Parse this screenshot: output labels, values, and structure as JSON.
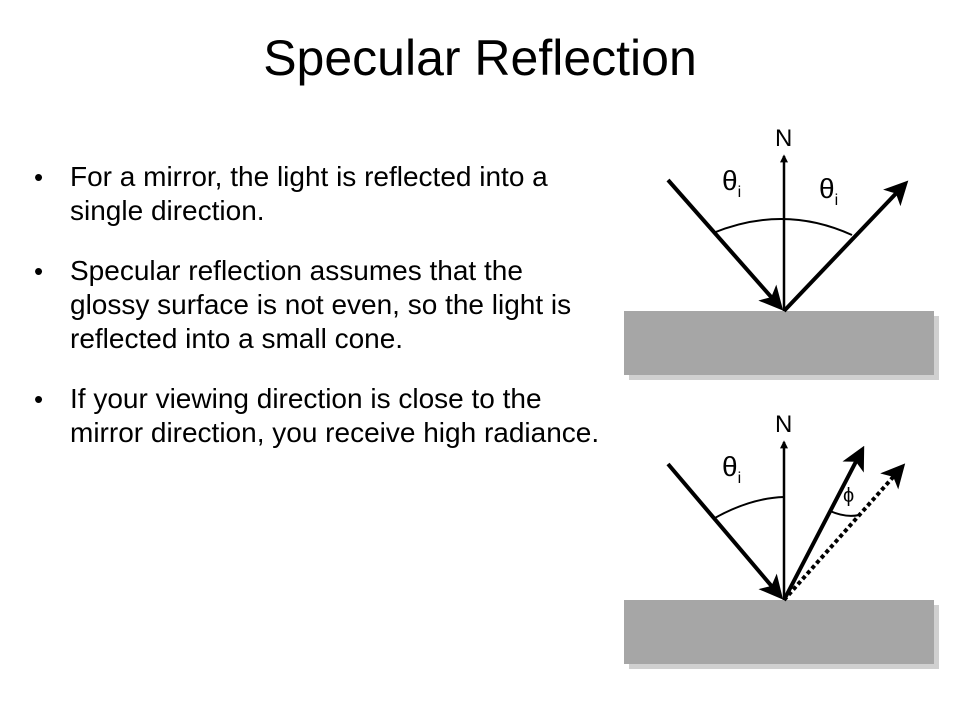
{
  "slide": {
    "title": "Specular Reflection",
    "bullets": [
      "For a mirror, the light is reflected into a single direction.",
      "Specular reflection assumes that the glossy surface  is not even, so the light is reflected into a small cone.",
      "If your viewing direction is close to the mirror direction, you receive high radiance."
    ]
  },
  "diagram_top": {
    "normal_label": "N",
    "incident_angle_symbol": "θ",
    "incident_angle_subscript": "i",
    "reflected_angle_symbol": "θ",
    "reflected_angle_subscript": "i"
  },
  "diagram_bottom": {
    "normal_label": "N",
    "incident_angle_symbol": "θ",
    "incident_angle_subscript": "i",
    "deviation_angle_symbol": "ϕ"
  },
  "colors": {
    "surface_fill": "#a6a6a6",
    "surface_shadow": "#d0d0d0",
    "line": "#000000"
  }
}
